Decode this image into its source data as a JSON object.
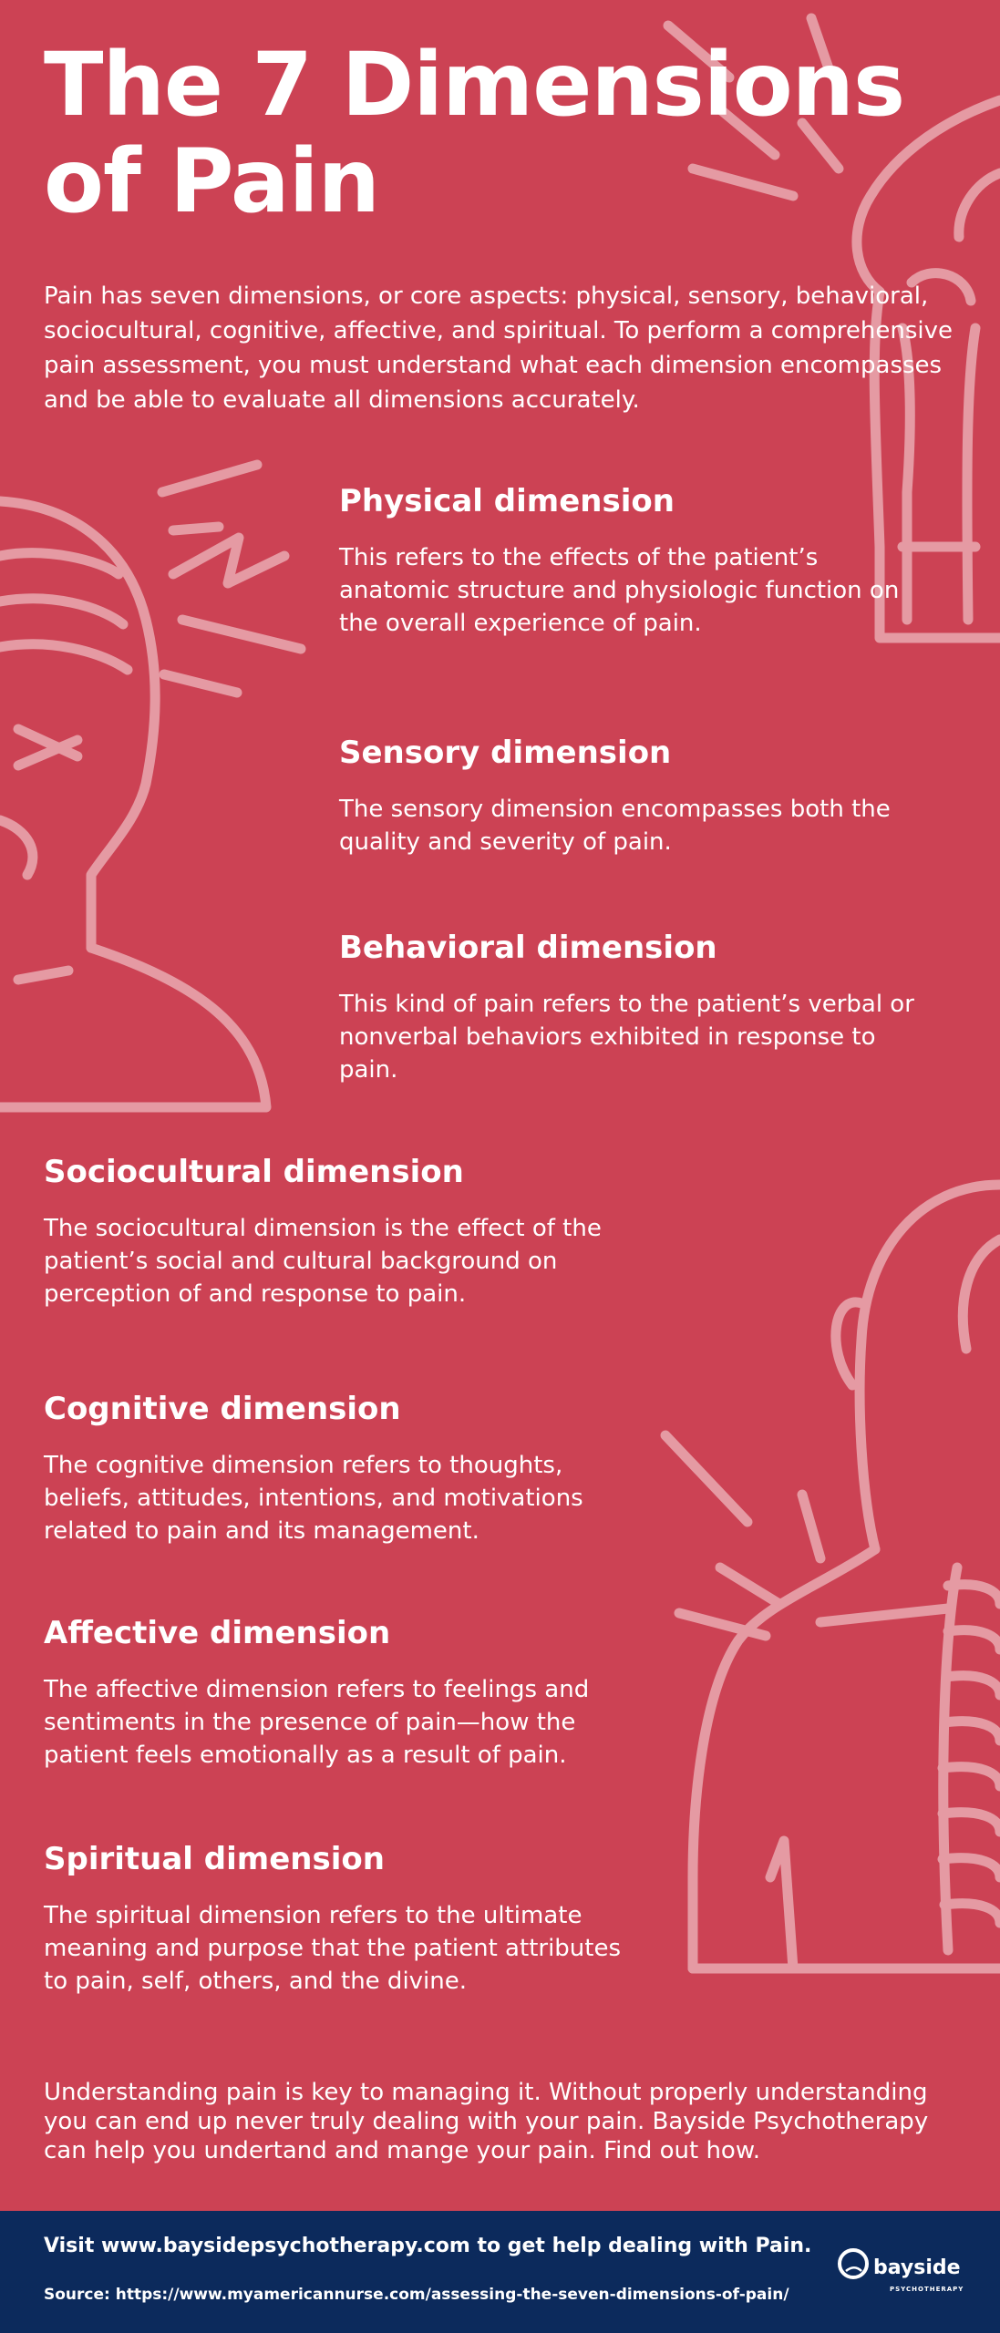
{
  "colors": {
    "background": "#cc4254",
    "line_art": "#e59aa3",
    "footer": "#0c2a5c",
    "text": "#ffffff"
  },
  "title": "The 7 Dimensions of Pain",
  "intro": "Pain has seven dimensions, or core aspects: physical, sensory, behavioral, sociocultural, cognitive, affective, and spiritual. To perform a comprehensive pain assessment, you must understand what each dimension encompasses and be able to evaluate all dimensions accurately.",
  "sections": [
    {
      "heading": "Physical dimension",
      "body": "This refers to the effects of the patient’s anatomic structure and physiologic function on the overall experience of pain."
    },
    {
      "heading": "Sensory dimension",
      "body": "The sensory dimension encompasses both the quality and severity of pain."
    },
    {
      "heading": "Behavioral dimension",
      "body": "This kind of pain refers to the patient’s verbal or nonverbal behaviors exhibited in response to pain."
    },
    {
      "heading": "Sociocultural dimension",
      "body": "The sociocultural dimension is the effect of the patient’s social and cultural background on perception of and response to pain."
    },
    {
      "heading": "Cognitive dimension",
      "body": "The cognitive dimension refers to thoughts, beliefs, attitudes, intentions, and motivations related to pain and its management."
    },
    {
      "heading": "Affective dimension",
      "body": "The affective dimension refers to feelings and sentiments in the presence of pain—how the patient feels emotionally as a result of pain."
    },
    {
      "heading": "Spiritual dimension",
      "body": "The spiritual dimension refers to the ultimate meaning and purpose that the patient attributes to pain, self, others, and the divine."
    }
  ],
  "closing": "Understanding pain is key to managing it. Without properly understanding you can end up never truly dealing with your pain. Bayside Psychotherapy can help you undertand and mange your pain. Find out how.",
  "footer": {
    "visit": "Visit www.baysidepsychotherapy.com to get help dealing with Pain.",
    "source": "Source: https://www.myamericannurse.com/assessing-the-seven-dimensions-of-pain/",
    "brand_name": "bayside",
    "brand_sub": "PSYCHOTHERAPY",
    "brand_icon": "bayside-logo-icon"
  },
  "icons": [
    "knee-joint-icon",
    "headache-head-icon",
    "back-spine-pain-icon"
  ]
}
